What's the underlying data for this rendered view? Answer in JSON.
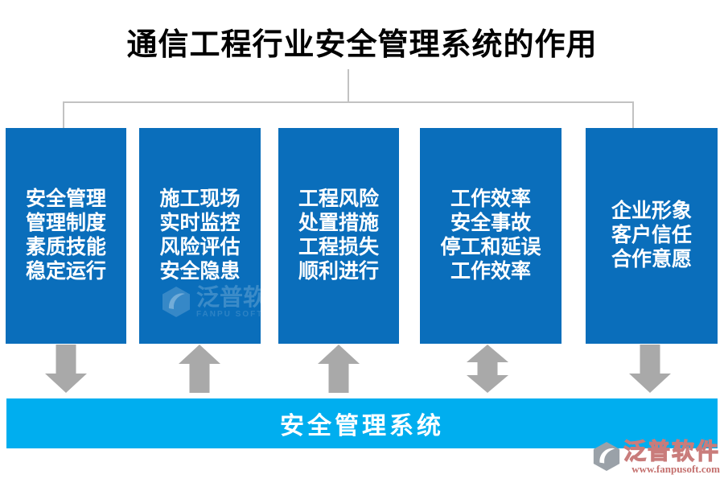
{
  "title": "通信工程行业安全管理系统的作用",
  "boxes": [
    {
      "lines": [
        "安全管理",
        "管理制度",
        "素质技能",
        "稳定运行"
      ],
      "arrow": "down"
    },
    {
      "lines": [
        "施工现场",
        "实时监控",
        "风险评估",
        "安全隐患"
      ],
      "arrow": "up"
    },
    {
      "lines": [
        "工程风险",
        "处置措施",
        "工程损失",
        "顺利进行"
      ],
      "arrow": "up"
    },
    {
      "lines": [
        "工作效率",
        "安全事故",
        "停工和延误",
        "工作效率"
      ],
      "arrow": "both"
    },
    {
      "lines": [
        "企业形象",
        "客户信任",
        "合作意愿"
      ],
      "arrow": "down"
    }
  ],
  "bottom_bar": {
    "label": "安全管理系统"
  },
  "watermarks": {
    "inner": {
      "name": "泛普软件",
      "subtitle": "FANPU SOFTWARE"
    },
    "footer": {
      "name": "泛普软件",
      "url": "www.fanpusoft.com"
    }
  },
  "colors": {
    "box_blue": "#0a6ebb",
    "bar_cyan": "#00aeef",
    "arrow_gray": "#a9a9a9",
    "connector_gray": "#c2c2c2",
    "footer_rose": "#c97c7b"
  }
}
